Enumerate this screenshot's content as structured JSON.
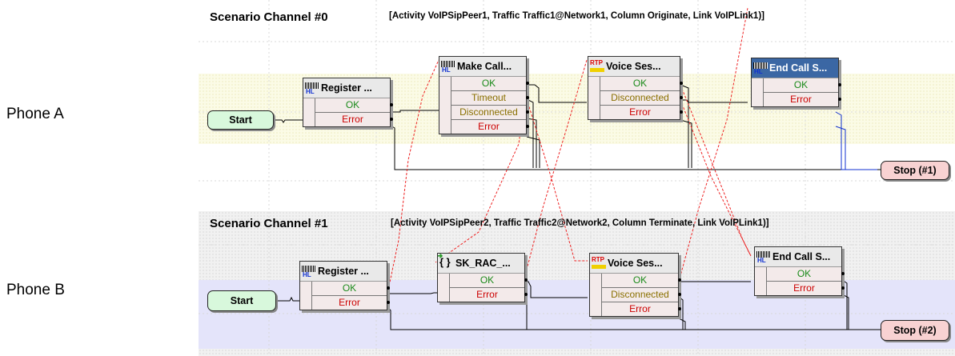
{
  "phones": {
    "a": "Phone A",
    "b": "Phone B"
  },
  "channels": [
    {
      "title": "Scenario Channel #0",
      "info": "[Activity VoIPSipPeer1, Traffic Traffic1@Network1, Column Originate, Link VoIPLink1)]",
      "start": "Start",
      "stop": "Stop (#1)",
      "nodes": [
        {
          "title": "Register ...",
          "icon": "hl-icon",
          "ports": [
            "OK",
            "Error"
          ]
        },
        {
          "title": "Make Call...",
          "icon": "hl-icon",
          "ports": [
            "OK",
            "Timeout",
            "Disconnected",
            "Error"
          ]
        },
        {
          "title": "Voice Ses...",
          "icon": "rtp-icon",
          "ports": [
            "OK",
            "Disconnected",
            "Error"
          ]
        },
        {
          "title": "End Call S...",
          "icon": "hl-icon",
          "ports": [
            "OK",
            "Error"
          ],
          "selected": true
        }
      ]
    },
    {
      "title": "Scenario Channel #1",
      "info": "[Activity VoIPSipPeer2, Traffic Traffic2@Network2, Column Terminate, Link VoIPLink1)]",
      "start": "Start",
      "stop": "Stop (#2)",
      "nodes": [
        {
          "title": "Register ...",
          "icon": "hl-icon",
          "ports": [
            "OK",
            "Error"
          ]
        },
        {
          "title": "SK_RAC_...",
          "icon": "script-icon",
          "ports": [
            "OK",
            "Error"
          ]
        },
        {
          "title": "Voice Ses...",
          "icon": "rtp-icon",
          "ports": [
            "OK",
            "Disconnected",
            "Error"
          ]
        },
        {
          "title": "End Call S...",
          "icon": "hl-icon",
          "ports": [
            "OK",
            "Error"
          ]
        }
      ]
    }
  ],
  "icon_text": {
    "hl": "HL",
    "rtp": "RTP",
    "brace": "{ }",
    "arrow": "➜"
  },
  "colors": {
    "ok": "#1a8a1a",
    "error": "#cc0000",
    "timeout": "#8a7000",
    "sync_wire": "#ee2222",
    "flow_wire": "#000000",
    "selected_wire": "#1030d0",
    "selected_title": "#3b67a4"
  }
}
